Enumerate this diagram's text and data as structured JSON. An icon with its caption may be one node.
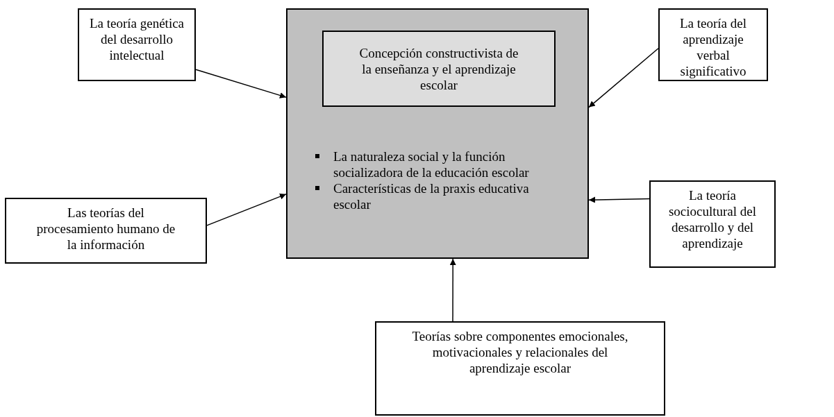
{
  "diagram": {
    "nodes": [
      {
        "text": [
          "La naturaleza social y la función socializadora de la educación escolar",
          "Características de la praxis educativa escolar"
        ]
      },
      {
        "text": [
          "Concepción constructivista de la enseñanza y el aprendizaje escolar"
        ],
        "in": 0
      },
      {
        "text": [
          "La teoría genética del desarrollo intelectual"
        ]
      },
      {
        "text": [
          "La teoría del aprendizaje verbal significativo"
        ]
      },
      {
        "text": [
          "Las teorías del procesamiento humano de la información"
        ]
      },
      {
        "text": [
          "La teoría sociocultural del desarrollo y del aprendizaje"
        ]
      },
      {
        "text": [
          "Teorías sobre componentes emocionales, motivacionales y relacionales del aprendizaje escolar"
        ]
      }
    ],
    "edges": [
      {
        "from": 2,
        "to": 0,
        "arrow": "to"
      },
      {
        "from": 3,
        "to": 0,
        "arrow": "to"
      },
      {
        "from": 4,
        "to": 0,
        "arrow": "to"
      },
      {
        "from": 5,
        "to": 0,
        "arrow": "to"
      },
      {
        "from": 6,
        "to": 0,
        "arrow": "to"
      }
    ]
  }
}
